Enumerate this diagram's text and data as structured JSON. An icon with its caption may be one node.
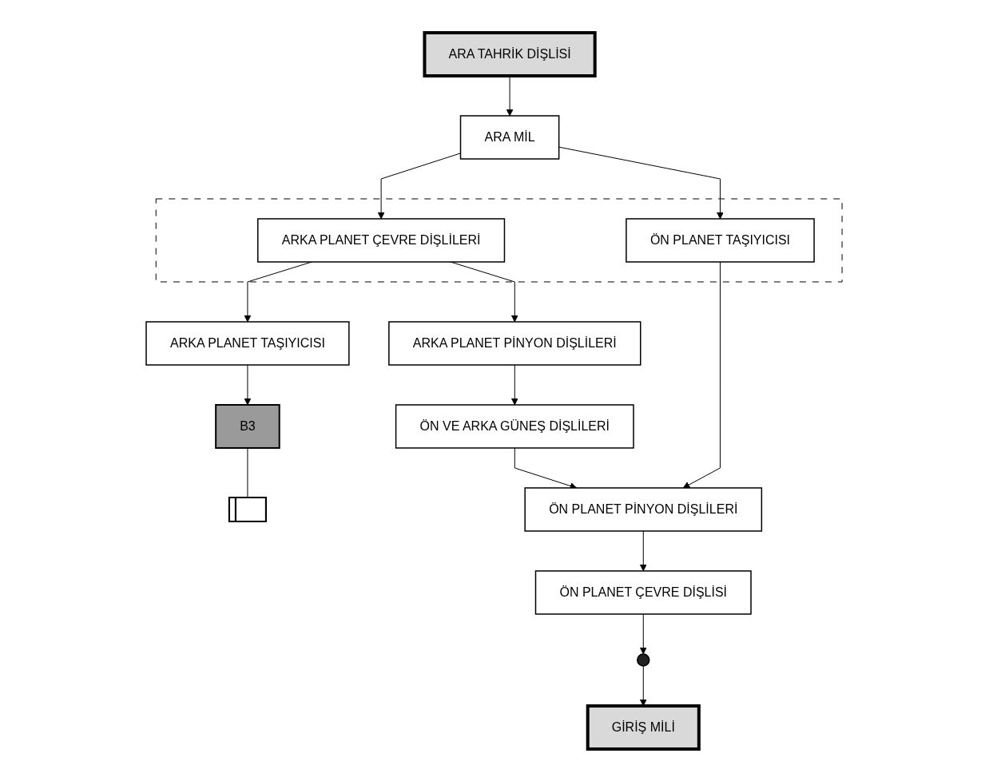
{
  "diagram": {
    "nodes": [
      {
        "text": [
          "ARA TAHRİK DİŞLİSİ"
        ]
      },
      {
        "text": [
          "ARA MİL"
        ]
      },
      {
        "text": [],
        "shape": "box"
      },
      {
        "text": [
          "ARKA PLANET ÇEVRE DİŞLİLERİ"
        ],
        "in": 2
      },
      {
        "text": [
          "ÖN PLANET TAŞIYICISI"
        ],
        "in": 2
      },
      {
        "text": [
          "ARKA PLANET TAŞIYICISI"
        ]
      },
      {
        "text": [
          "ARKA PLANET PİNYON DİŞLİLERİ"
        ]
      },
      {
        "text": [
          "B3"
        ]
      },
      {
        "text": [],
        "shape": "bar"
      },
      {
        "text": [
          "ÖN VE ARKA GÜNEŞ DİŞLİLERİ"
        ]
      },
      {
        "text": [
          "ÖN PLANET PİNYON DİŞLİLERİ"
        ]
      },
      {
        "text": [
          "ÖN PLANET ÇEVRE DİŞLİSİ"
        ]
      },
      {
        "text": [],
        "shape": "circle"
      },
      {
        "text": [
          "GİRİŞ MİLİ"
        ]
      }
    ],
    "edges": [
      {
        "from": 0,
        "to": 1,
        "arrow": "to"
      },
      {
        "from": 1,
        "to": 3,
        "arrow": "to"
      },
      {
        "from": 1,
        "to": 4,
        "arrow": "to"
      },
      {
        "from": 3,
        "to": 5,
        "arrow": "to"
      },
      {
        "from": 3,
        "to": 6,
        "arrow": "to"
      },
      {
        "from": 5,
        "to": 7,
        "arrow": "to"
      },
      {
        "from": 7,
        "to": 8,
        "arrow": "none"
      },
      {
        "from": 6,
        "to": 9,
        "arrow": "to"
      },
      {
        "from": 9,
        "to": 10,
        "arrow": "to"
      },
      {
        "from": 4,
        "to": 10,
        "arrow": "to"
      },
      {
        "from": 10,
        "to": 11,
        "arrow": "to"
      },
      {
        "from": 11,
        "to": 12,
        "arrow": "to"
      },
      {
        "from": 12,
        "to": 13,
        "arrow": "to"
      }
    ]
  }
}
